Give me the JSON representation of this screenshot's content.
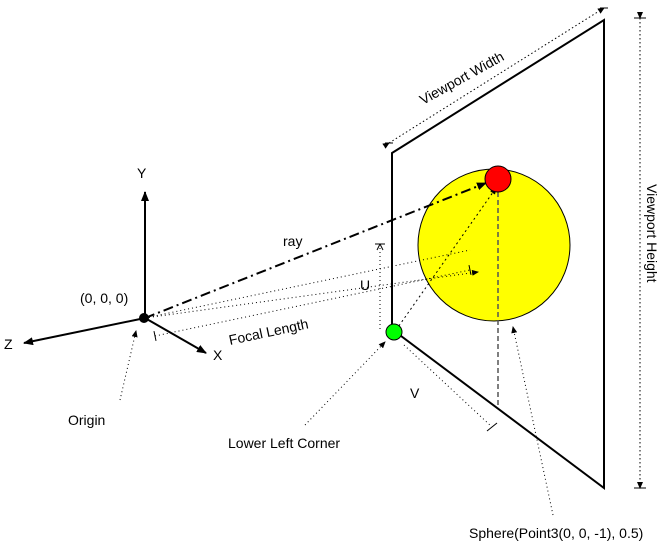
{
  "labels": {
    "viewport_width": "Viewport Width",
    "viewport_height": "Viewport Height",
    "ray": "ray",
    "origin_coords": "(0, 0, 0)",
    "axis_y": "Y",
    "axis_z": "Z",
    "axis_x": "X",
    "focal_length": "Focal Length",
    "u": "U",
    "v": "V",
    "origin": "Origin",
    "lower_left_corner": "Lower Left Corner",
    "sphere": "Sphere(Point3(0, 0, -1), 0.5)"
  },
  "colors": {
    "sphere_fill": "#ffff00",
    "target_point": "#ff0000",
    "lower_left_point": "#00ff00",
    "origin_point": "#000000",
    "ink": "#000000"
  }
}
